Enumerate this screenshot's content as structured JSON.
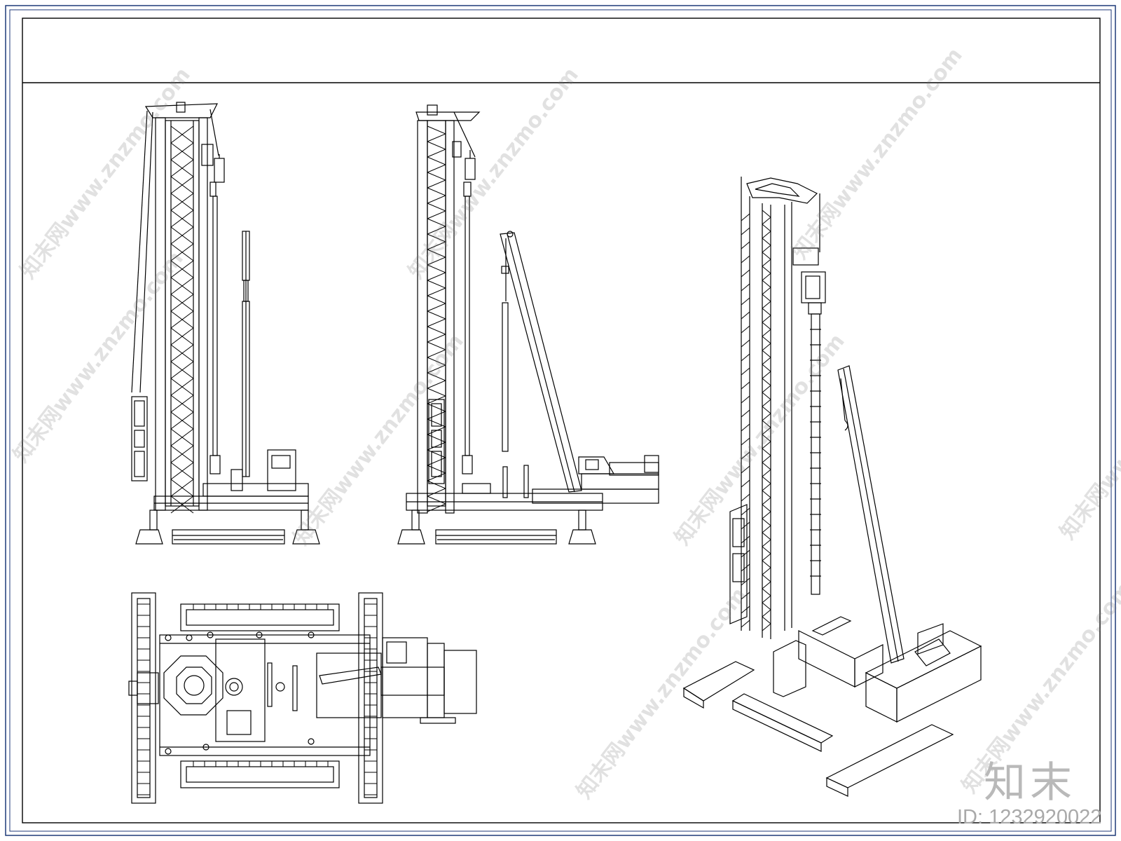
{
  "watermark": {
    "text": "知末网www.znzmo.com",
    "brand": "知末",
    "id_label": "ID: 1232920022"
  },
  "colors": {
    "line": "#000000",
    "frame": "#1f3a78",
    "watermark": "#9a9a9a"
  }
}
